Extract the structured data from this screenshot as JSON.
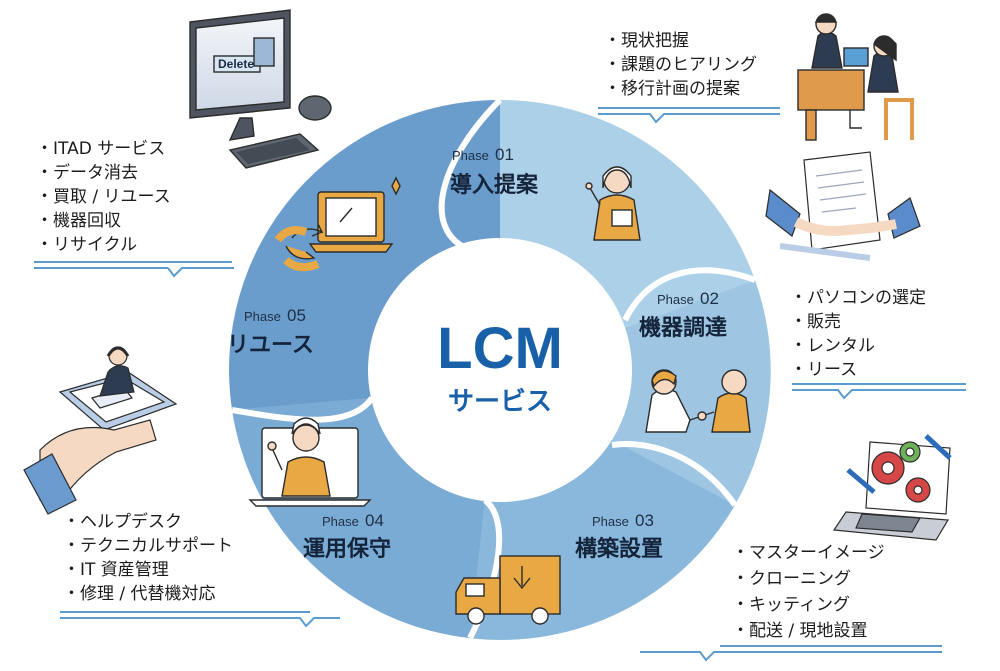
{
  "center": {
    "title": "LCM",
    "subtitle": "サービス"
  },
  "phases": [
    {
      "prefix": "Phase",
      "num": "01",
      "title": "導入提案",
      "color": "#a9cde6"
    },
    {
      "prefix": "Phase",
      "num": "02",
      "title": "機器調達",
      "color": "#97c1e0"
    },
    {
      "prefix": "Phase",
      "num": "03",
      "title": "構築設置",
      "color": "#7fafd8"
    },
    {
      "prefix": "Phase",
      "num": "04",
      "title": "運用保守",
      "color": "#6d9fcf"
    },
    {
      "prefix": "Phase",
      "num": "05",
      "title": "リユース",
      "color": "#5e90c6"
    }
  ],
  "lists": {
    "phase01": [
      "・現状把握",
      "・課題のヒアリング",
      "・移行計画の提案"
    ],
    "phase02": [
      "・パソコンの選定",
      "・販売",
      "・レンタル",
      "・リース"
    ],
    "phase03": [
      "・マスターイメージ",
      "・クローニング",
      "・キッティング",
      "・配送 / 現地設置"
    ],
    "phase04": [
      "・ヘルプデスク",
      "・テクニカルサポート",
      "・IT 資産管理",
      "・修理 / 代替機対応"
    ],
    "phase05": [
      "・ITAD サービス",
      "・データ消去",
      "・買取 / リユース",
      "・機器回収",
      "・リサイクル"
    ]
  },
  "illustrations": {
    "monitor_screen_text": "Delete"
  },
  "colors": {
    "accent": "#1860a8",
    "outline": "#2c2c2c",
    "ochre": "#e8a844",
    "skin": "#f6d9c3"
  }
}
